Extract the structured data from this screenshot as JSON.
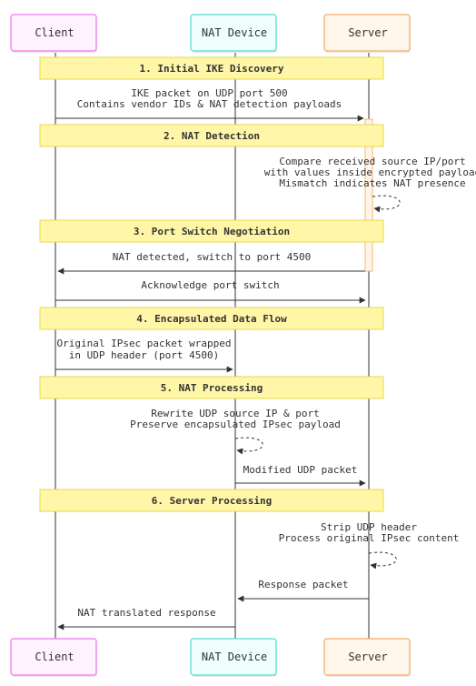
{
  "actors": [
    {
      "id": "client",
      "label": "Client",
      "stroke": "#f08cf0",
      "fill": "#fff3ff"
    },
    {
      "id": "nat",
      "label": "NAT Device",
      "stroke": "#72e0d8",
      "fill": "#effffd"
    },
    {
      "id": "server",
      "label": "Server",
      "stroke": "#f5b87a",
      "fill": "#fff6ec"
    }
  ],
  "sections": [
    "1. Initial IKE Discovery",
    "2. NAT Detection",
    "3. Port Switch Negotiation",
    "4. Encapsulated Data Flow",
    "5. NAT Processing",
    "6. Server Processing"
  ],
  "messages": [
    {
      "from": "client",
      "to": "server",
      "lines": [
        "IKE packet on UDP port 500",
        "Contains vendor IDs & NAT detection payloads"
      ]
    },
    {
      "from": "server",
      "to": "server",
      "lines": [
        "Compare received source IP/port",
        "with values inside encrypted payload",
        "Mismatch indicates NAT presence"
      ]
    },
    {
      "from": "server",
      "to": "client",
      "lines": [
        "NAT detected, switch to port 4500"
      ]
    },
    {
      "from": "client",
      "to": "server",
      "lines": [
        "Acknowledge port switch"
      ]
    },
    {
      "from": "client",
      "to": "nat",
      "lines": [
        "Original IPsec packet wrapped",
        "in UDP header (port 4500)"
      ]
    },
    {
      "from": "nat",
      "to": "nat",
      "lines": [
        "Rewrite UDP source IP & port",
        "Preserve encapsulated IPsec payload"
      ]
    },
    {
      "from": "nat",
      "to": "server",
      "lines": [
        "Modified UDP packet"
      ]
    },
    {
      "from": "server",
      "to": "server",
      "lines": [
        "Strip UDP header",
        "Process original IPsec content"
      ]
    },
    {
      "from": "server",
      "to": "nat",
      "lines": [
        "Response packet"
      ]
    },
    {
      "from": "nat",
      "to": "client",
      "lines": [
        "NAT translated response"
      ]
    }
  ],
  "colors": {
    "section_fill": "#fff6a8",
    "section_stroke": "#e8d84c",
    "lifeline": "#333333",
    "arrow": "#333333",
    "activation_fill": "#fff4e6",
    "activation_stroke": "#f5b87a"
  }
}
